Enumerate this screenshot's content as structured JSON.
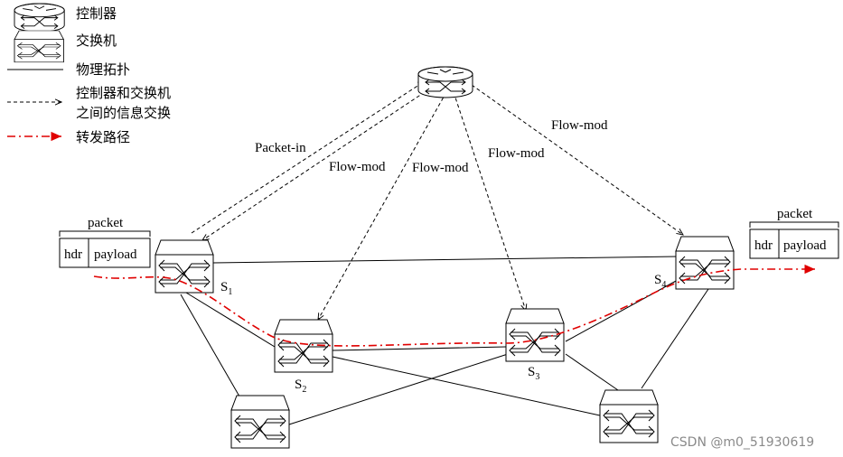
{
  "legend": {
    "controller": "控制器",
    "switch": "交换机",
    "physical_topology": "物理拓扑",
    "control_msg_line1": "控制器和交换机",
    "control_msg_line2": "之间的信息交换",
    "forwarding_path": "转发路径"
  },
  "messages": {
    "packet_in": "Packet-in",
    "flow_mod_1": "Flow-mod",
    "flow_mod_2": "Flow-mod",
    "flow_mod_3": "Flow-mod",
    "flow_mod_4": "Flow-mod"
  },
  "switches": {
    "s1": {
      "letter": "S",
      "sub": "1"
    },
    "s2": {
      "letter": "S",
      "sub": "2"
    },
    "s3": {
      "letter": "S",
      "sub": "3"
    },
    "s4": {
      "letter": "S",
      "sub": "4"
    }
  },
  "packet_left": {
    "label": "packet",
    "hdr": "hdr",
    "payload": "payload"
  },
  "packet_right": {
    "label": "packet",
    "hdr": "hdr",
    "payload": "payload"
  },
  "watermark": "CSDN @m0_51930619",
  "colors": {
    "forwarding_path": "#e00000",
    "line": "#000000",
    "watermark": "#8a8a8a"
  }
}
